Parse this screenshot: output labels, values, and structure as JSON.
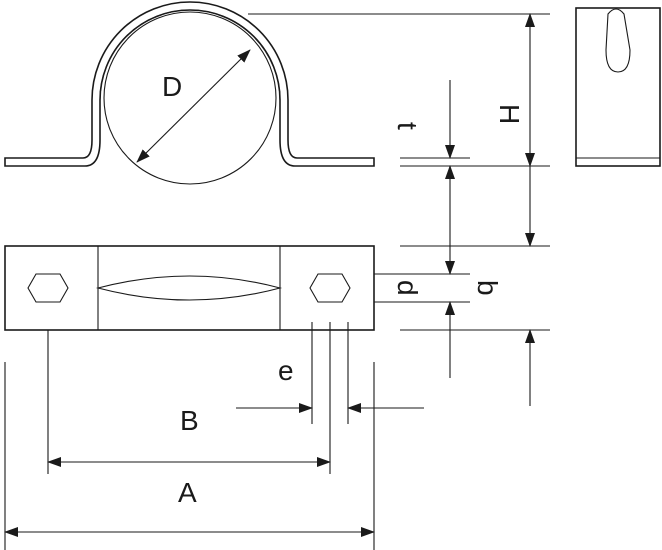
{
  "labels": {
    "D": "D",
    "H": "H",
    "t": "t",
    "d": "d",
    "b": "b",
    "e": "e",
    "B": "B",
    "A": "A"
  },
  "colors": {
    "line": "#1a1a1a",
    "background": "#ffffff"
  }
}
